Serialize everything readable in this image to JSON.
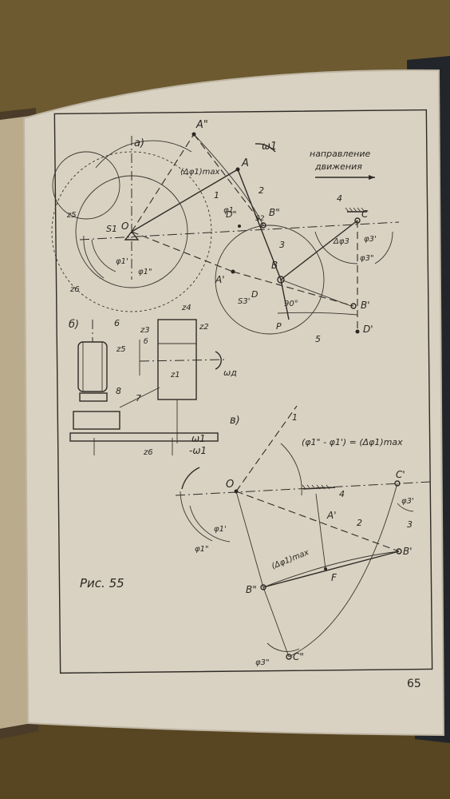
{
  "page": {
    "number": "65",
    "caption": "Рис. 55",
    "section_labels": {
      "a": "а)",
      "b": "б)",
      "v": "в)"
    },
    "direction_label": {
      "line1": "направление",
      "line2": "движения"
    }
  },
  "diagram_a": {
    "points": {
      "A2": "A\"",
      "A": "A",
      "A1": "A'",
      "O": "O",
      "S1": "S1",
      "B2": "B\"",
      "S2": "S2",
      "B": "B",
      "S3": "S3'",
      "D": "D",
      "B1": "B'",
      "D1": "D'",
      "D2": "D\"",
      "C": "C",
      "P": "P"
    },
    "numbers": [
      "1",
      "2",
      "3",
      "4",
      "5"
    ],
    "angles": [
      "(Δφ1)max",
      "φ1",
      "φ1'",
      "φ1\"",
      "Δφ3",
      "φ3'",
      "φ3\"",
      "90°"
    ],
    "gears": [
      "z5",
      "z6"
    ],
    "omega": "ω1"
  },
  "diagram_b": {
    "labels": [
      "6",
      "7",
      "8",
      "z5",
      "z6",
      "z4",
      "z3",
      "z2",
      "z1",
      "б"
    ],
    "omega": "ωд"
  },
  "diagram_v": {
    "points": {
      "O": "O",
      "C1": "C'",
      "A1": "A'",
      "B1": "B'",
      "B2": "B\"",
      "C2": "C\"",
      "F": "F"
    },
    "numbers": [
      "1",
      "2",
      "3",
      "4"
    ],
    "formula": "(φ1\" - φ1') = (Δφ1)max",
    "angle_labels": [
      "(Δφ1)max",
      "φ1'",
      "φ1\"",
      "φ3'",
      "φ3\""
    ],
    "omega": {
      "top": "ω1",
      "bottom": "-ω1"
    }
  }
}
